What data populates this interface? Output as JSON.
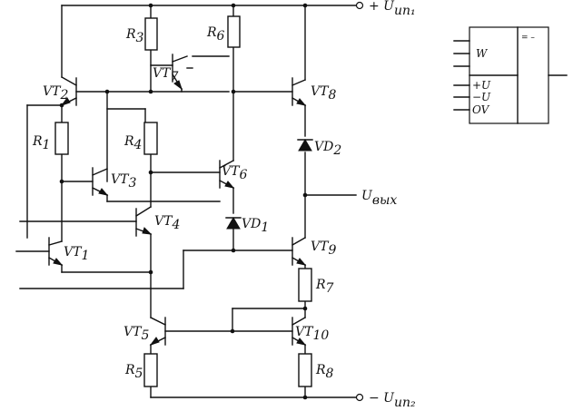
{
  "components": {
    "VT2": {
      "name": "VT",
      "sub": "2"
    },
    "VT7": {
      "name": "VT",
      "sub": "7"
    },
    "VT8": {
      "name": "VT",
      "sub": "8"
    },
    "VT3": {
      "name": "VT",
      "sub": "3"
    },
    "VT6": {
      "name": "VT",
      "sub": "6"
    },
    "VT4": {
      "name": "VT",
      "sub": "4"
    },
    "VT1": {
      "name": "VT",
      "sub": "1"
    },
    "VT9": {
      "name": "VT",
      "sub": "9"
    },
    "VT5": {
      "name": "VT",
      "sub": "5"
    },
    "VT10": {
      "name": "VT",
      "sub": "10"
    },
    "R1": {
      "name": "R",
      "sub": "1"
    },
    "R3": {
      "name": "R",
      "sub": "3"
    },
    "R4": {
      "name": "R",
      "sub": "4"
    },
    "R5": {
      "name": "R",
      "sub": "5"
    },
    "R6": {
      "name": "R",
      "sub": "6"
    },
    "R7": {
      "name": "R",
      "sub": "7"
    },
    "R8": {
      "name": "R",
      "sub": "8"
    },
    "VD1": {
      "name": "VD",
      "sub": "1"
    },
    "VD2": {
      "name": "VD",
      "sub": "2"
    }
  },
  "terminals": {
    "supply_pos": {
      "prefix": "+ U",
      "sub": "ип₁"
    },
    "supply_neg": {
      "prefix": "− U",
      "sub": "ип₂"
    },
    "output": {
      "prefix": "U",
      "sub": "вых"
    }
  },
  "symbol": {
    "w_pin": "W",
    "plus_u_pin": "+U",
    "minus_u_pin": "−U",
    "ov_pin": "OV",
    "corner_mark": "= –"
  }
}
